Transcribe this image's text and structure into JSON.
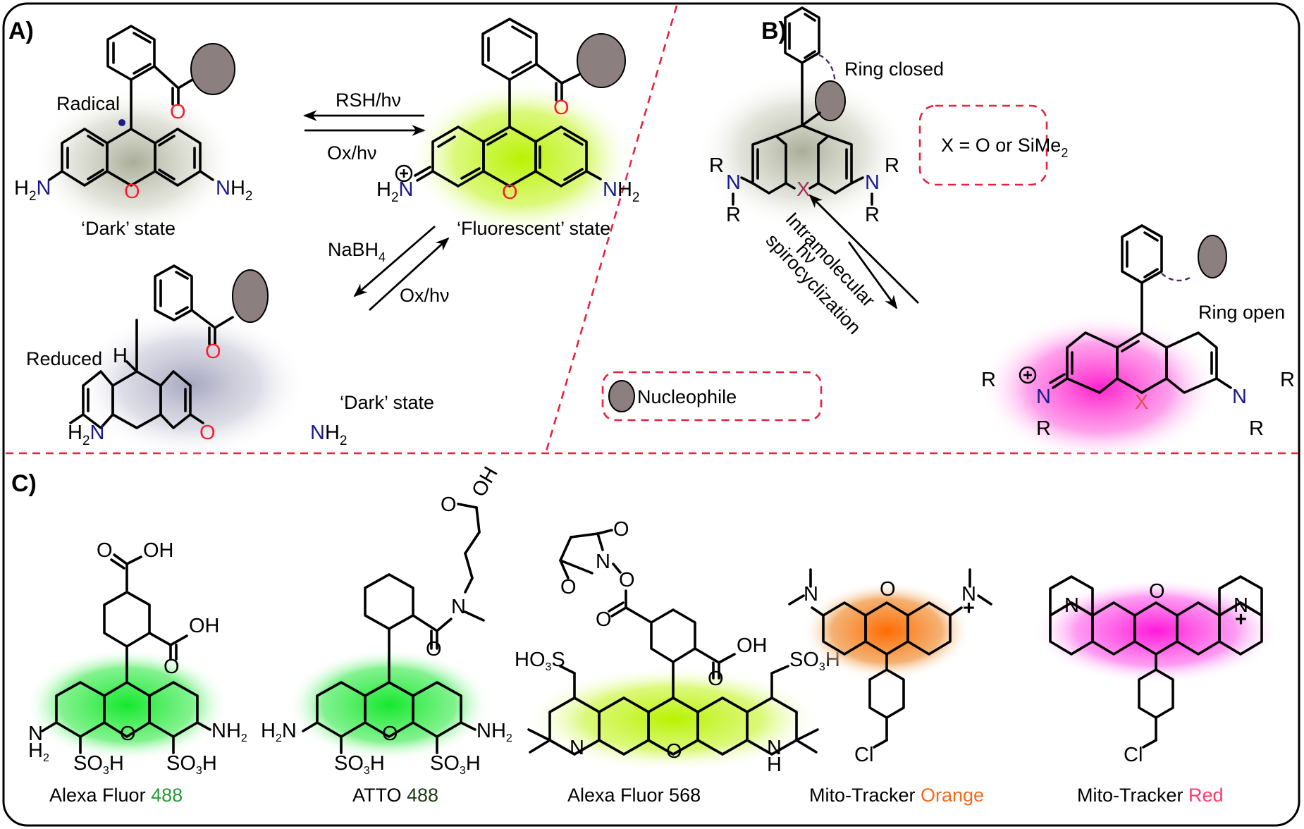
{
  "figure": {
    "panels": {
      "A": {
        "label": "A)",
        "radical_label": "Radical",
        "reduced_label": "Reduced",
        "dark_state_1": "‘Dark’  state",
        "dark_state_2": "‘Dark’  state",
        "fluorescent_state": "‘Fluorescent’  state",
        "arrow_top": "RSH/hν",
        "arrow_bottom": "Ox/hν",
        "arrow_diag_left": "NaBH",
        "arrow_diag_left_sub": "4",
        "arrow_diag_right": "Ox/hν",
        "atoms": {
          "H2N": "H",
          "N": "N",
          "NH2": "NH",
          "two": "2",
          "O": "O",
          "H": "H",
          "plus": "+"
        }
      },
      "B": {
        "label": "B)",
        "ring_closed": "Ring closed",
        "ring_open": "Ring open",
        "x_def": "X = O or SiMe",
        "x_def_sub": "2",
        "arrow_label_1": "Intramolecular",
        "arrow_label_2": "spirocyclization",
        "arrow_hv": "hν",
        "nucleophile": "Nucleophile",
        "atoms": {
          "R": "R",
          "N": "N",
          "X": "X",
          "plus": "+"
        }
      },
      "C": {
        "label": "C)",
        "dyes": [
          {
            "name": "Alexa Fluor ",
            "highlight": "488",
            "highlight_color": "#2a9a3a",
            "glow": "#21e63a"
          },
          {
            "name": "ATTO ",
            "highlight": "488",
            "highlight_color": "#1e3a12",
            "glow": "#21e63a"
          },
          {
            "name": "Alexa Fluor 568",
            "highlight": "",
            "highlight_color": "#000000",
            "glow": "#c6f500"
          },
          {
            "name": "Mito-Tracker ",
            "highlight": "Orange",
            "highlight_color": "#f26a1b",
            "glow": "#ff7a10"
          },
          {
            "name": "Mito-Tracker ",
            "highlight": "Red",
            "highlight_color": "#ff3a6a",
            "glow": "#ff22dd"
          }
        ],
        "atoms": {
          "OH": "OH",
          "O": "O",
          "N": "N",
          "H": "H",
          "Cl": "Cl",
          "SO3H": "SO",
          "HO3S": "HO",
          "NH2": "NH",
          "S": "S"
        }
      }
    },
    "colors": {
      "divider": "#e8203f",
      "nitrogen": "#1a1a8c",
      "oxygen": "#ff1a2e",
      "nucleophile": "#8c7f80",
      "radical_text": "#7a1a5a",
      "reduced_text": "#1a7a7a",
      "dark_text": "#5a1a2a",
      "fluor_text": "#ff2a6a"
    }
  }
}
